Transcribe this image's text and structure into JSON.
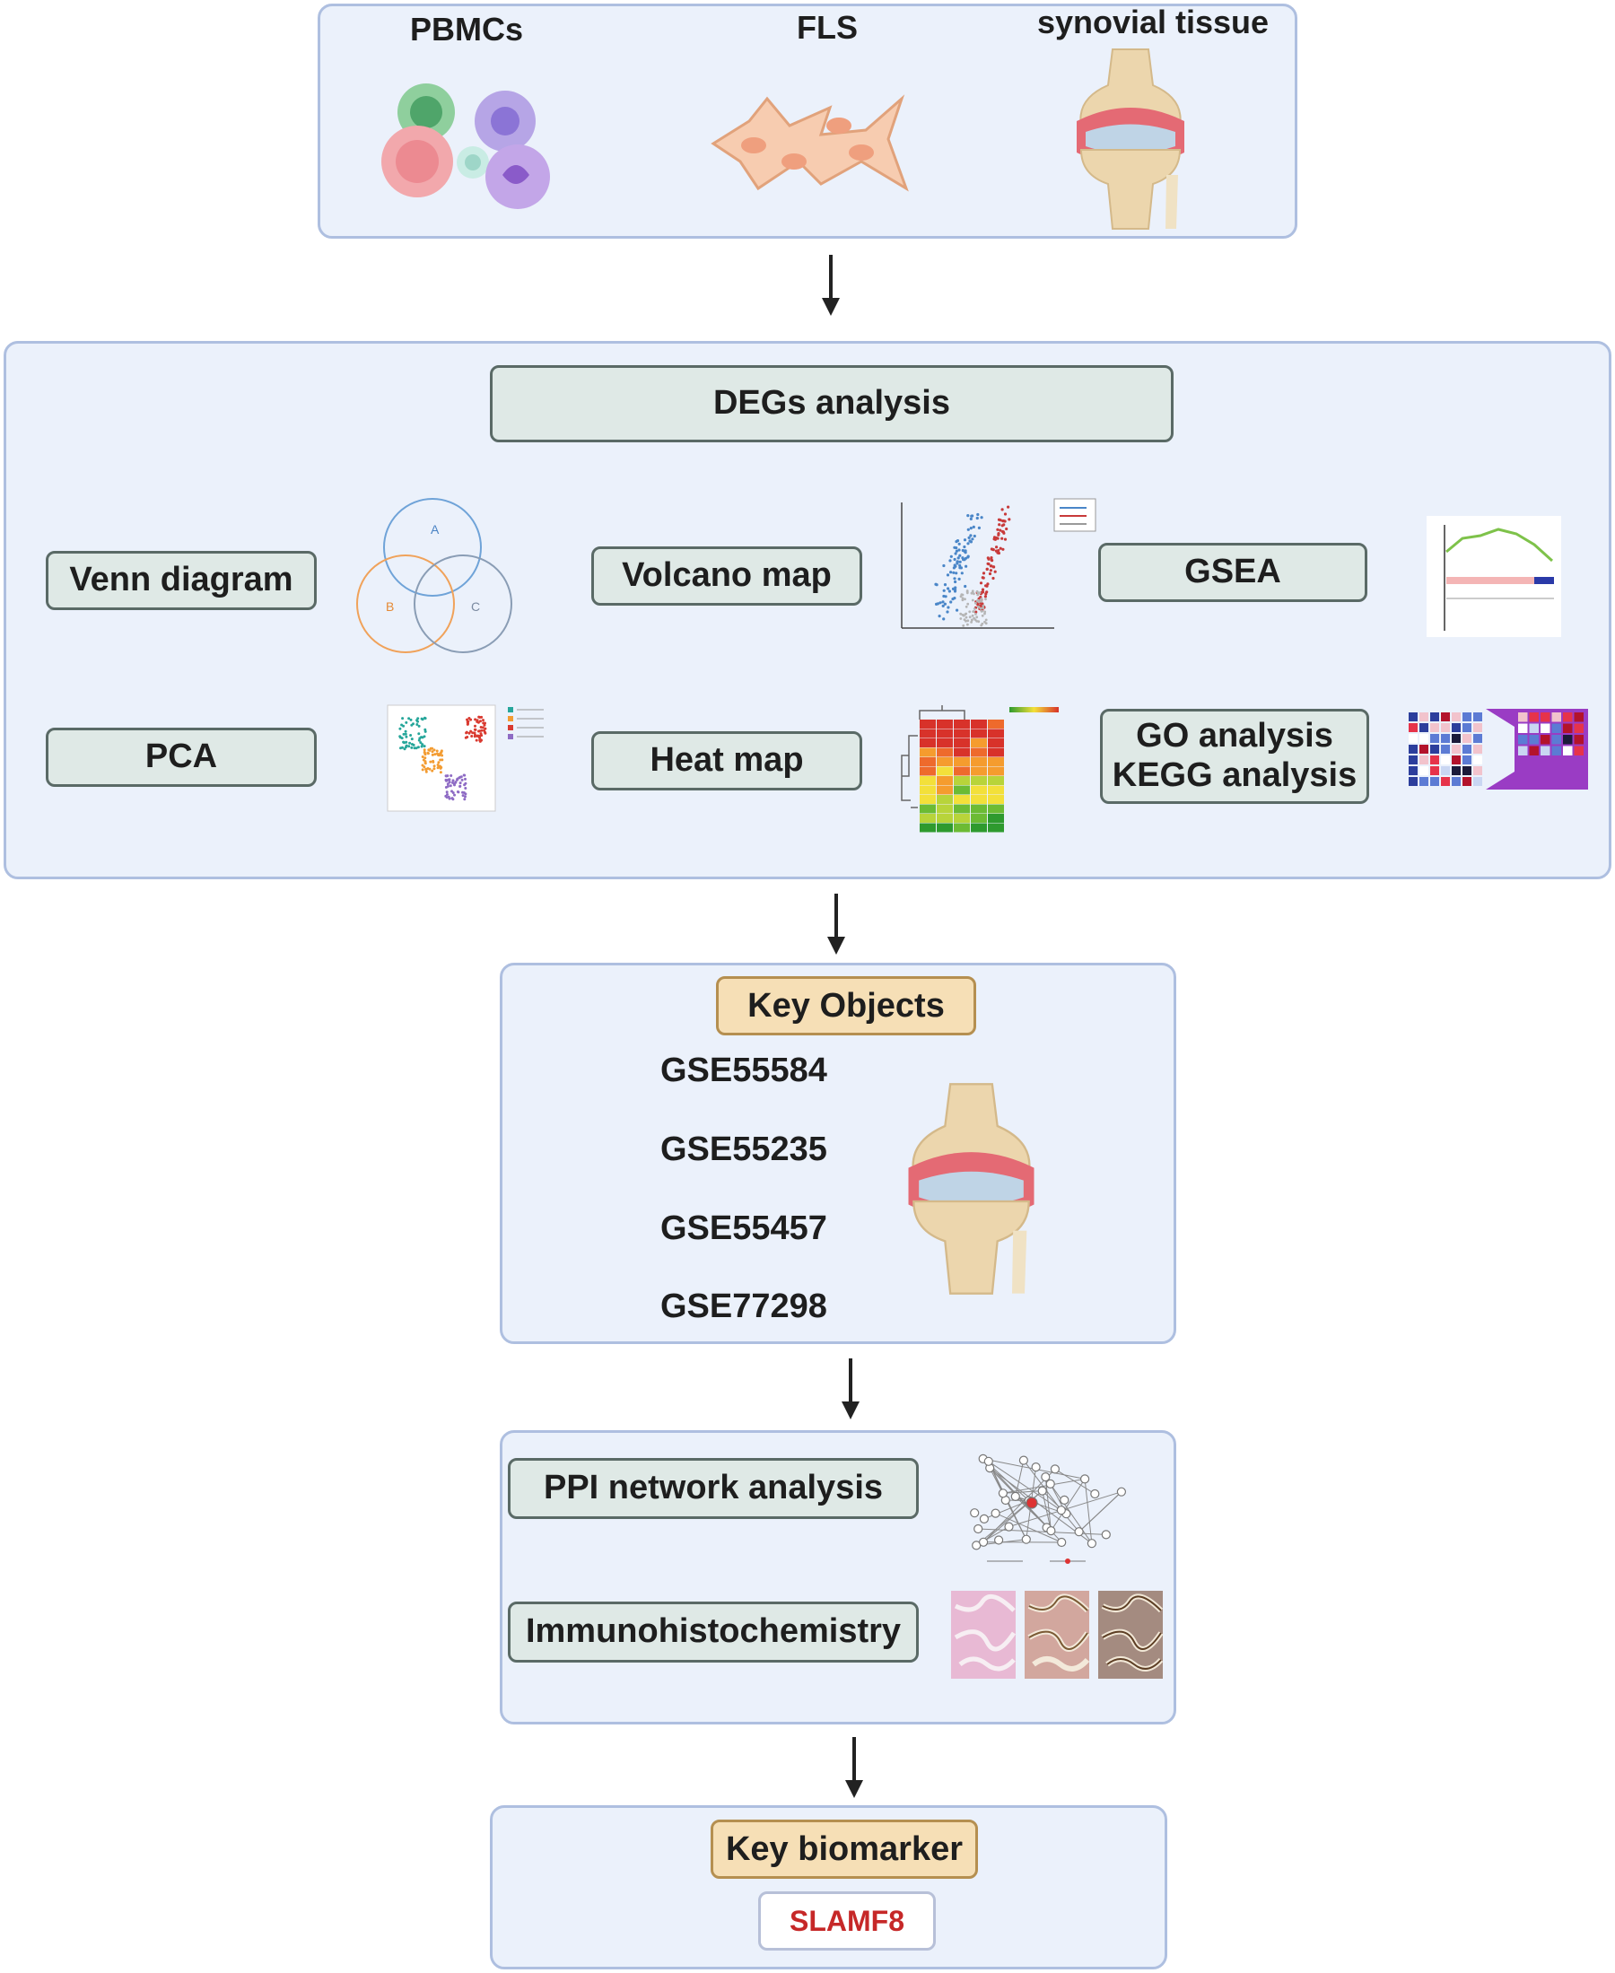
{
  "sources": {
    "pbmcs": "PBMCs",
    "fls": "FLS",
    "synovial": "synovial tissue"
  },
  "degs": {
    "title": "DEGs analysis",
    "venn": "Venn diagram",
    "volcano": "Volcano map",
    "gsea": "GSEA",
    "pca": "PCA",
    "heatmap": "Heat map",
    "go": "GO analysis",
    "kegg": "KEGG analysis",
    "venn_sets": [
      "A",
      "B",
      "C"
    ]
  },
  "key_objects": {
    "title": "Key Objects",
    "datasets": [
      "GSE55584",
      "GSE55235",
      "GSE55457",
      "GSE77298"
    ]
  },
  "validation": {
    "ppi": "PPI network analysis",
    "ihc": "Immunohistochemistry"
  },
  "key_biomarker": {
    "title": "Key biomarker",
    "gene": "SLAMF8"
  },
  "colors": {
    "panel_bg": "#ebf1fb",
    "panel_border": "#aebfe0",
    "label_bg": "#dfe9e6",
    "key_bg": "#f6dfb6",
    "gene_text": "#c62828"
  }
}
